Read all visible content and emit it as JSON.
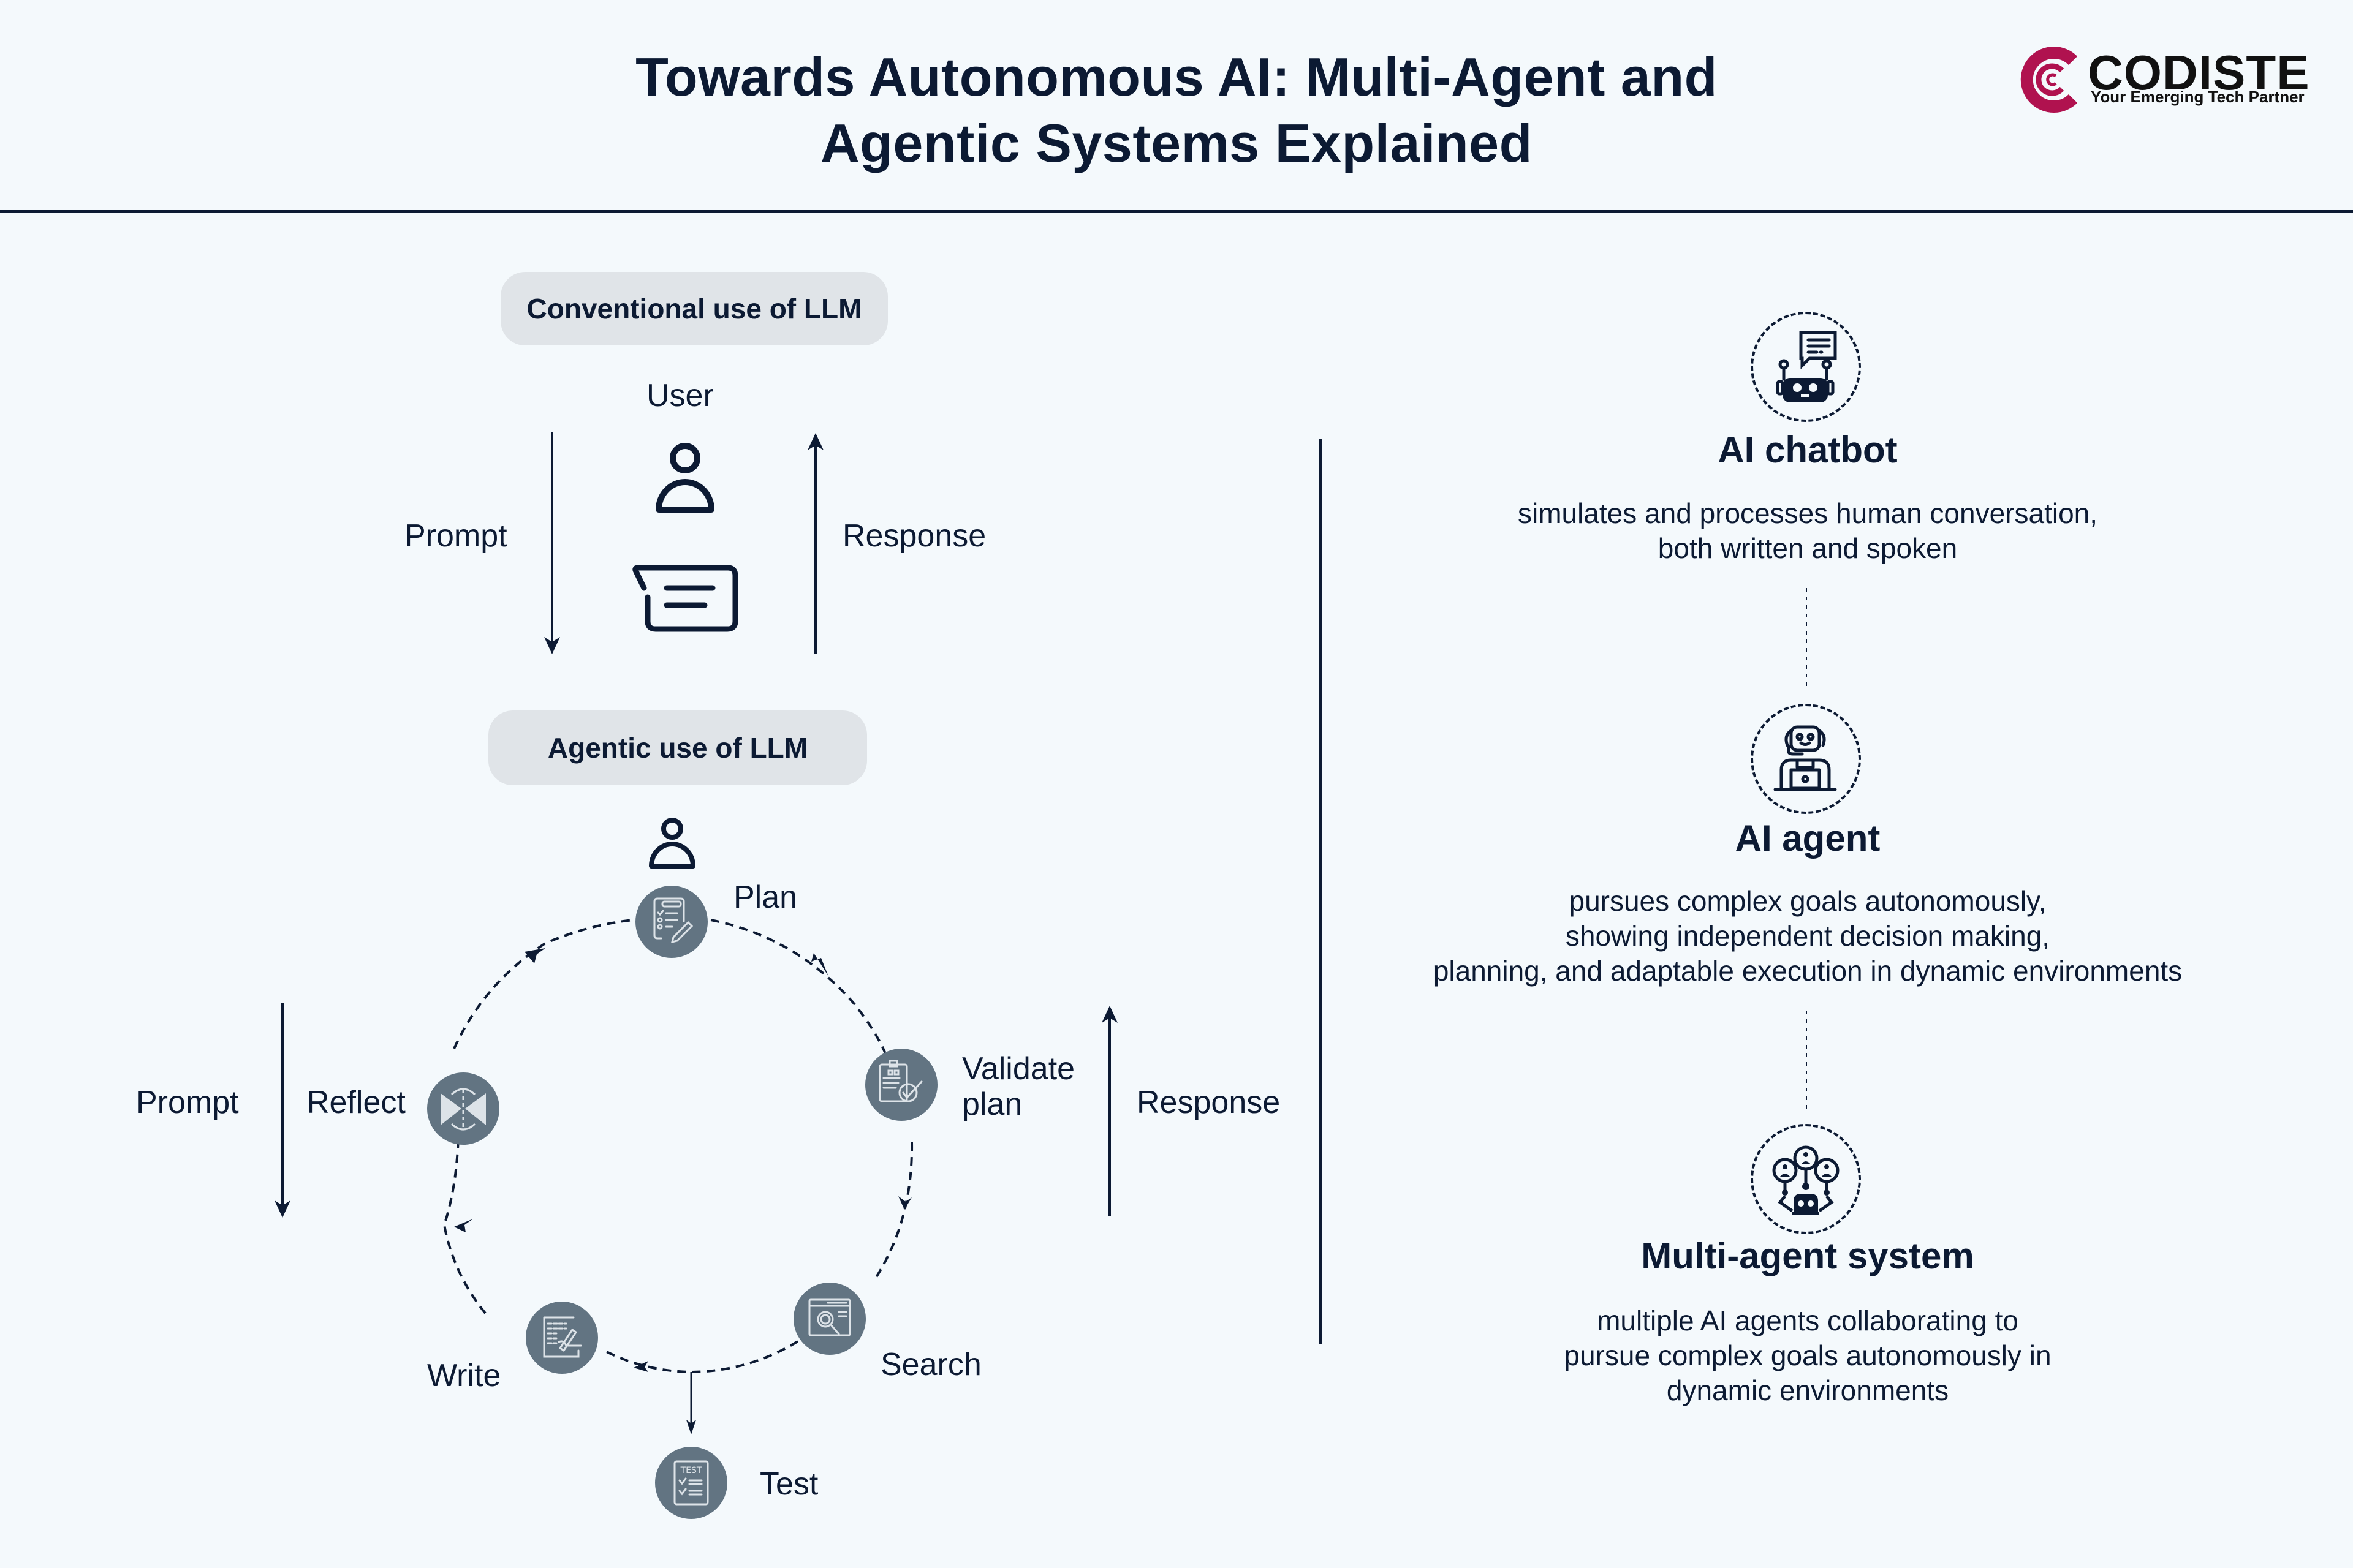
{
  "header": {
    "title_line1": "Towards Autonomous AI: Multi-Agent and",
    "title_line2": "Agentic Systems Explained",
    "logo_name": "CODISTE",
    "logo_tagline": "Your Emerging Tech Partner",
    "logo_icon": "codiste-c-logo-icon",
    "brand_color": "#b0124f"
  },
  "conventional": {
    "pill": "Conventional use of LLM",
    "user_label": "User",
    "prompt_label": "Prompt",
    "response_label": "Response",
    "icons": [
      "user-icon",
      "chat-bubble-icon"
    ]
  },
  "agentic": {
    "pill": "Agentic use of LLM",
    "prompt_label": "Prompt",
    "response_label": "Response",
    "steps": [
      {
        "label": "Plan",
        "icon": "checklist-pencil-icon"
      },
      {
        "label": "Validate plan",
        "line1": "Validate",
        "line2": "plan",
        "icon": "clipboard-check-icon"
      },
      {
        "label": "Search",
        "icon": "browser-search-icon"
      },
      {
        "label": "Test",
        "icon": "test-checklist-icon"
      },
      {
        "label": "Write",
        "icon": "document-writing-icon"
      },
      {
        "label": "Reflect",
        "icon": "reflect-mirror-icon"
      }
    ]
  },
  "right": {
    "items": [
      {
        "title": "AI chatbot",
        "icon": "chatbot-robot-icon",
        "lines": [
          "simulates and processes human conversation,",
          "both written and spoken"
        ]
      },
      {
        "title": "AI agent",
        "icon": "agent-robot-laptop-icon",
        "lines": [
          "pursues complex goals autonomously,",
          "showing independent decision making,",
          "planning, and adaptable execution in dynamic environments"
        ]
      },
      {
        "title": "Multi-agent system",
        "icon": "multi-agent-network-icon",
        "lines": [
          "multiple AI agents collaborating to",
          "pursue complex goals autonomously in",
          "dynamic environments"
        ]
      }
    ]
  },
  "colors": {
    "ink": "#0c1a33",
    "node_fill": "#627482",
    "pill_bg": "#e0e4e8",
    "background": "#f4f9fc"
  }
}
